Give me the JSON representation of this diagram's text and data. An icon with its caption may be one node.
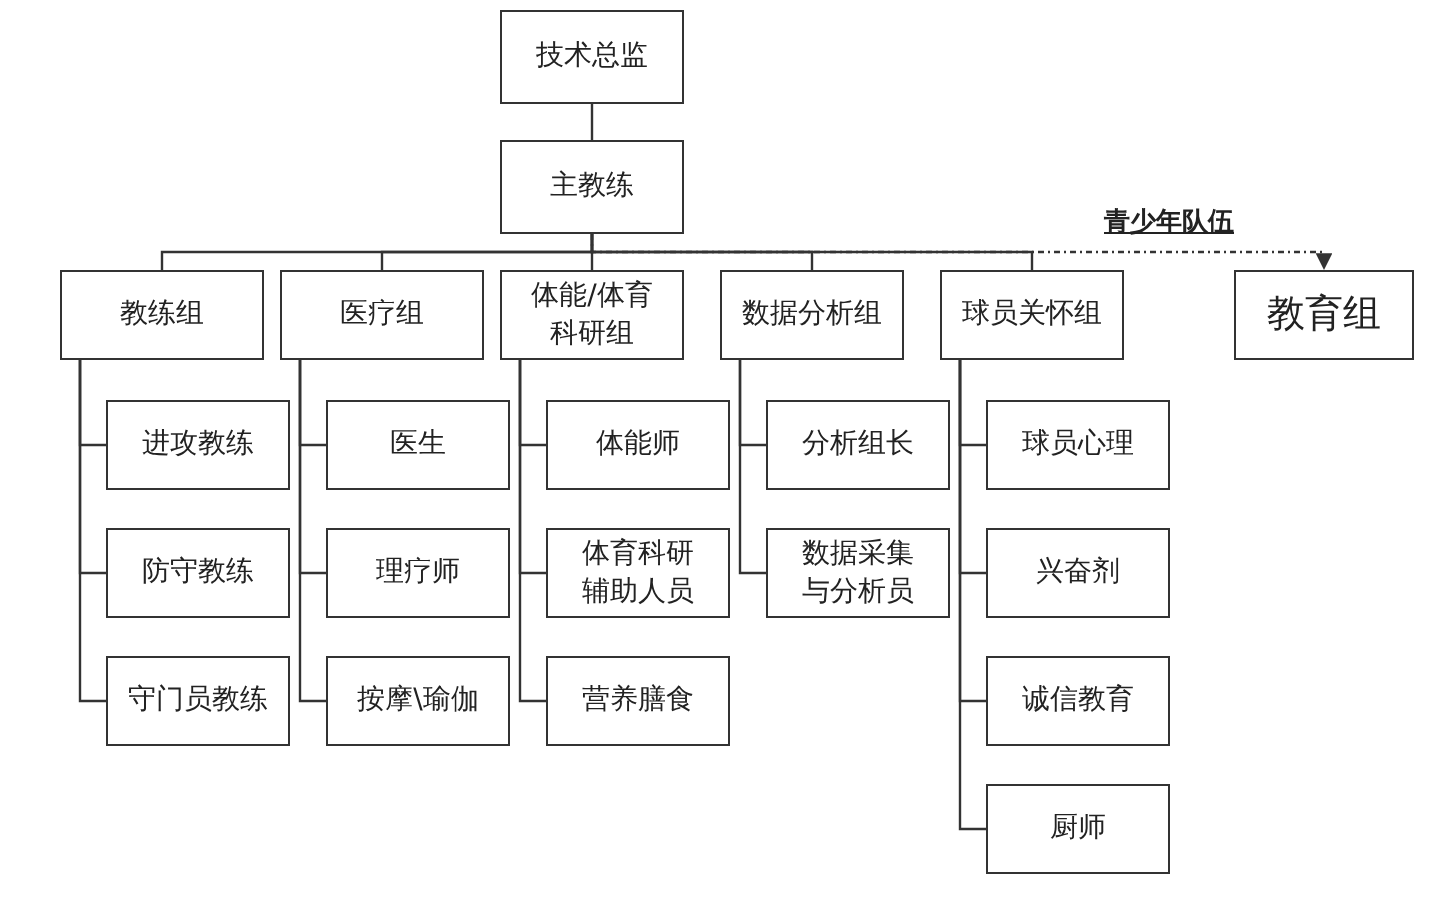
{
  "diagram": {
    "nodes": [
      {
        "text": [
          "技术总监"
        ]
      },
      {
        "text": [
          "主教练"
        ]
      },
      {
        "text": [
          "教练组"
        ]
      },
      {
        "text": [
          "医疗组"
        ]
      },
      {
        "text": [
          "体能/体育科研组"
        ]
      },
      {
        "text": [
          "数据分析组"
        ]
      },
      {
        "text": [
          "球员关怀组"
        ]
      },
      {
        "text": [
          "教育组"
        ]
      },
      {
        "text": [
          "进攻教练"
        ]
      },
      {
        "text": [
          "防守教练"
        ]
      },
      {
        "text": [
          "守门员教练"
        ]
      },
      {
        "text": [
          "医生"
        ]
      },
      {
        "text": [
          "理疗师"
        ]
      },
      {
        "text": [
          "按摩\\瑜伽"
        ]
      },
      {
        "text": [
          "体能师"
        ]
      },
      {
        "text": [
          "体育科研辅助人员"
        ]
      },
      {
        "text": [
          "营养膳食"
        ]
      },
      {
        "text": [
          "分析组长"
        ]
      },
      {
        "text": [
          "数据采集与分析员"
        ]
      },
      {
        "text": [
          "球员心理"
        ]
      },
      {
        "text": [
          "兴奋剂"
        ]
      },
      {
        "text": [
          "诚信教育"
        ]
      },
      {
        "text": [
          "厨师"
        ]
      }
    ],
    "edges": [
      {
        "from": 0,
        "to": 1,
        "arrow": "none"
      },
      {
        "from": 1,
        "to": 2,
        "arrow": "none"
      },
      {
        "from": 1,
        "to": 3,
        "arrow": "none"
      },
      {
        "from": 1,
        "to": 4,
        "arrow": "none"
      },
      {
        "from": 1,
        "to": 5,
        "arrow": "none"
      },
      {
        "from": 1,
        "to": 6,
        "arrow": "none"
      },
      {
        "from": 1,
        "to": 7,
        "arrow": "to",
        "label": "青少年队伍",
        "style": "dashed"
      },
      {
        "from": 2,
        "to": 8,
        "arrow": "none"
      },
      {
        "from": 2,
        "to": 9,
        "arrow": "none"
      },
      {
        "from": 2,
        "to": 10,
        "arrow": "none"
      },
      {
        "from": 3,
        "to": 11,
        "arrow": "none"
      },
      {
        "from": 3,
        "to": 12,
        "arrow": "none"
      },
      {
        "from": 3,
        "to": 13,
        "arrow": "none"
      },
      {
        "from": 4,
        "to": 14,
        "arrow": "none"
      },
      {
        "from": 4,
        "to": 15,
        "arrow": "none"
      },
      {
        "from": 4,
        "to": 16,
        "arrow": "none"
      },
      {
        "from": 5,
        "to": 17,
        "arrow": "none"
      },
      {
        "from": 5,
        "to": 18,
        "arrow": "none"
      },
      {
        "from": 6,
        "to": 19,
        "arrow": "none"
      },
      {
        "from": 6,
        "to": 20,
        "arrow": "none"
      },
      {
        "from": 6,
        "to": 21,
        "arrow": "none"
      },
      {
        "from": 6,
        "to": 22,
        "arrow": "none"
      }
    ]
  }
}
